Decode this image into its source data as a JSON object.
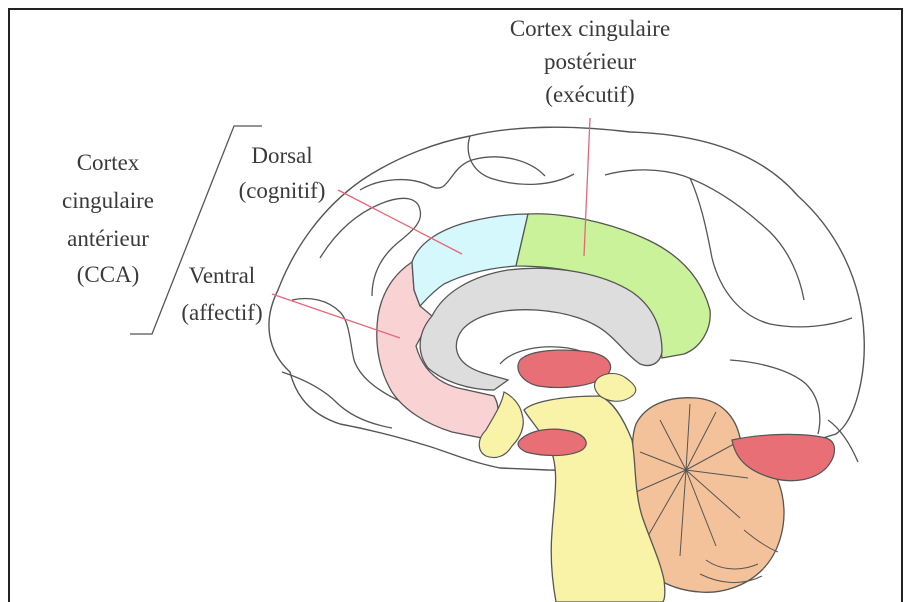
{
  "labels": {
    "posterior": {
      "line1": "Cortex cingulaire",
      "line2": "postérieur",
      "line3": "(exécutif)"
    },
    "anterior": {
      "line1": "Cortex",
      "line2": "cingulaire",
      "line3": "antérieur",
      "line4": "(CCA)"
    },
    "dorsal": {
      "line1": "Dorsal",
      "line2": "(cognitif)"
    },
    "ventral": {
      "line1": "Ventral",
      "line2": "(affectif)"
    }
  },
  "colors": {
    "dorsal_region": "#d4f8fb",
    "posterior_region": "#c9f29b",
    "ventral_region": "#f9d3d3",
    "corpus_callosum": "#dddddd",
    "brainstem": "#f9f3a8",
    "cerebellum": "#f3c29a",
    "red_structures": "#e86f76",
    "pointer_lines": "#e8667a",
    "outline": "#555555"
  }
}
